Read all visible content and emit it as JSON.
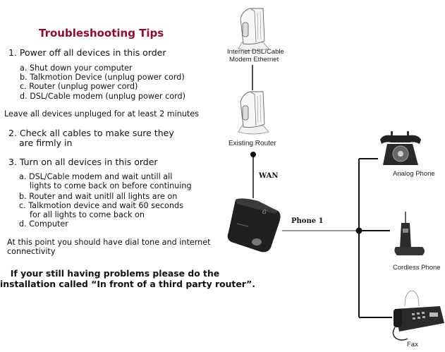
{
  "title": "Troubleshooting Tips",
  "steps": [
    {
      "label": "1. Power off all devices in this order",
      "items": [
        "a. Shut down your computer",
        "b. Talkmotion Device (unplug power cord)",
        "c. Router (unplug power cord)",
        "d. DSL/Cable modem (unplug power cord)"
      ]
    },
    {
      "label": "2. Check all cables to make sure they",
      "label2": "are firmly in"
    },
    {
      "label": "3. Turn on all devices in this order",
      "items": [
        "a. DSL/Cable modem and wait untill all",
        "lights to come back on before continuing",
        "b. Router and wait unitll all lights are on",
        "c. Talkmotion device and wait 60 seconds",
        "for all lights to come back on",
        "d. Computer"
      ]
    }
  ],
  "leave_note": "Leave all devices unpluged for at least 2 minutes",
  "result_note": [
    "At this point you should have dial tone and internet",
    "connectivity"
  ],
  "final_note": [
    "If your still having problems please do the",
    "installation called “In front of a third party router”."
  ],
  "diagram": {
    "modem_label": [
      "Internet DSL/Cable",
      "Modem Ethernet"
    ],
    "router_label": "Existing Router",
    "wan_label": "WAN",
    "phone1_label": "Phone 1",
    "devices": [
      "Analog Phone",
      "Cordless Phone",
      "Fax"
    ],
    "title_color": "#8b0a3a"
  }
}
